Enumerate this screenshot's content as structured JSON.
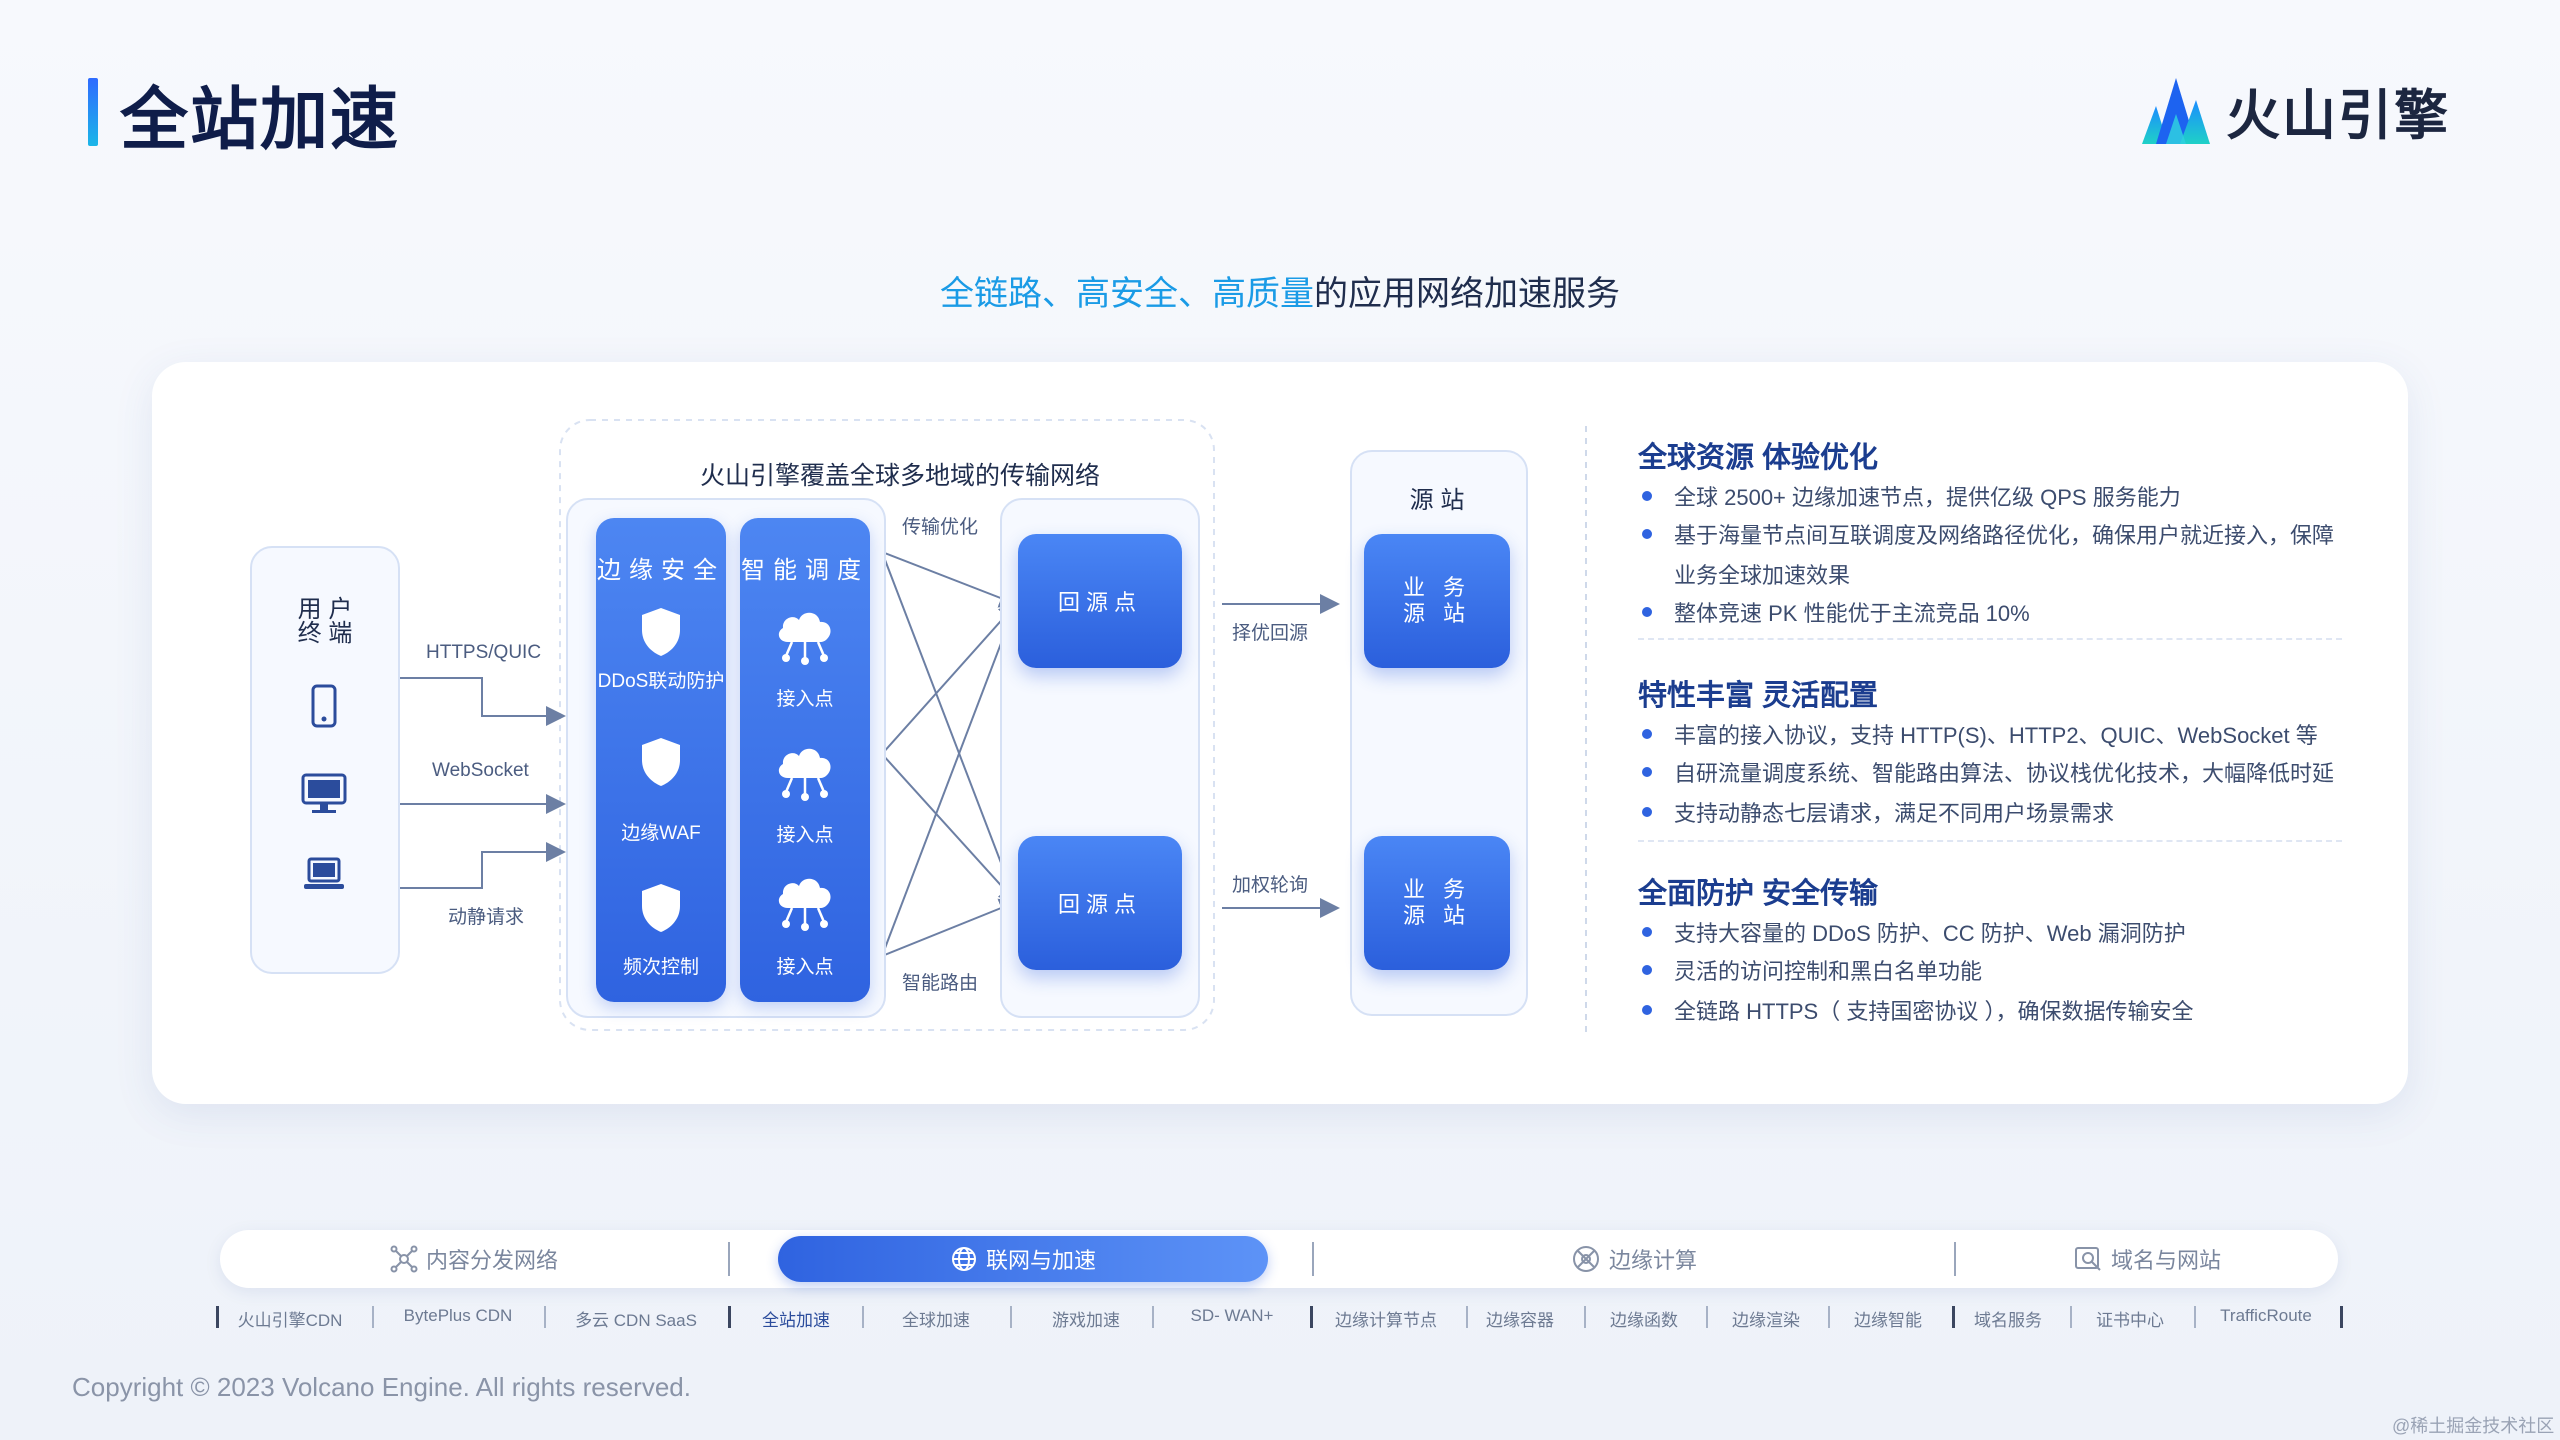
{
  "header": {
    "title": "全站加速",
    "logo_text": "火山引擎"
  },
  "subtitle": {
    "highlight": "全链路、高安全、高质量",
    "rest": "的应用网络加速服务"
  },
  "diagram": {
    "user_terminal": {
      "label_line1": "用 户",
      "label_line2": "终 端",
      "icons": [
        "mobile-icon",
        "desktop-icon",
        "laptop-icon"
      ]
    },
    "protocols": [
      "HTTPS/QUIC",
      "WebSocket",
      "动静请求"
    ],
    "network_title": "火山引擎覆盖全球多地域的传输网络",
    "edge_security": {
      "title": "边缘安全",
      "items": [
        "DDoS联动防护",
        "边缘WAF",
        "频次控制"
      ]
    },
    "smart_scheduling": {
      "title": "智能调度",
      "items": [
        "接入点",
        "接入点",
        "接入点"
      ]
    },
    "route_labels": {
      "top": "传输优化",
      "bottom": "智能路由"
    },
    "origin_points": [
      "回源点",
      "回源点"
    ],
    "return_labels": [
      "择优回源",
      "加权轮询"
    ],
    "origin_station": {
      "title": "源 站",
      "items": [
        [
          "业 务",
          "源 站"
        ],
        [
          "业 务",
          "源 站"
        ]
      ]
    }
  },
  "features": [
    {
      "title": "全球资源 体验优化",
      "bullets": [
        "全球 2500+ 边缘加速节点，提供亿级 QPS 服务能力",
        "基于海量节点间互联调度及网络路径优化，确保用户就近接入，保障",
        "业务全球加速效果",
        "整体竞速 PK 性能优于主流竞品 10%"
      ]
    },
    {
      "title": "特性丰富 灵活配置",
      "bullets": [
        "丰富的接入协议，支持 HTTP(S)、HTTP2、QUIC、WebSocket 等",
        "自研流量调度系统、智能路由算法、协议栈优化技术，大幅降低时延",
        "支持动静态七层请求，满足不同用户场景需求"
      ]
    },
    {
      "title": "全面防护 安全传输",
      "bullets": [
        "支持大容量的 DDoS 防护、CC 防护、Web 漏洞防护",
        "灵活的访问控制和黑白名单功能",
        "全链路 HTTPS（ 支持国密协议 ），确保数据传输安全"
      ]
    }
  ],
  "nav": {
    "tabs": [
      {
        "label": "内容分发网络",
        "icon": "network-icon"
      },
      {
        "label": "联网与加速",
        "icon": "globe-icon"
      },
      {
        "label": "边缘计算",
        "icon": "edge-icon"
      },
      {
        "label": "域名与网站",
        "icon": "domain-icon"
      }
    ],
    "sub_items": [
      "火山引擎CDN",
      "BytePlus CDN",
      "多云 CDN SaaS",
      "全站加速",
      "全球加速",
      "游戏加速",
      "SD- WAN+",
      "边缘计算节点",
      "边缘容器",
      "边缘函数",
      "边缘渲染",
      "边缘智能",
      "域名服务",
      "证书中心",
      "TrafficRoute"
    ]
  },
  "footer": {
    "copyright": "Copyright © 2023 Volcano Engine. All rights reserved.",
    "watermark": "@稀土掘金技术社区"
  },
  "colors": {
    "accent": "#2f63e0",
    "highlight": "#1a9be6",
    "title": "#0f1d4a"
  }
}
